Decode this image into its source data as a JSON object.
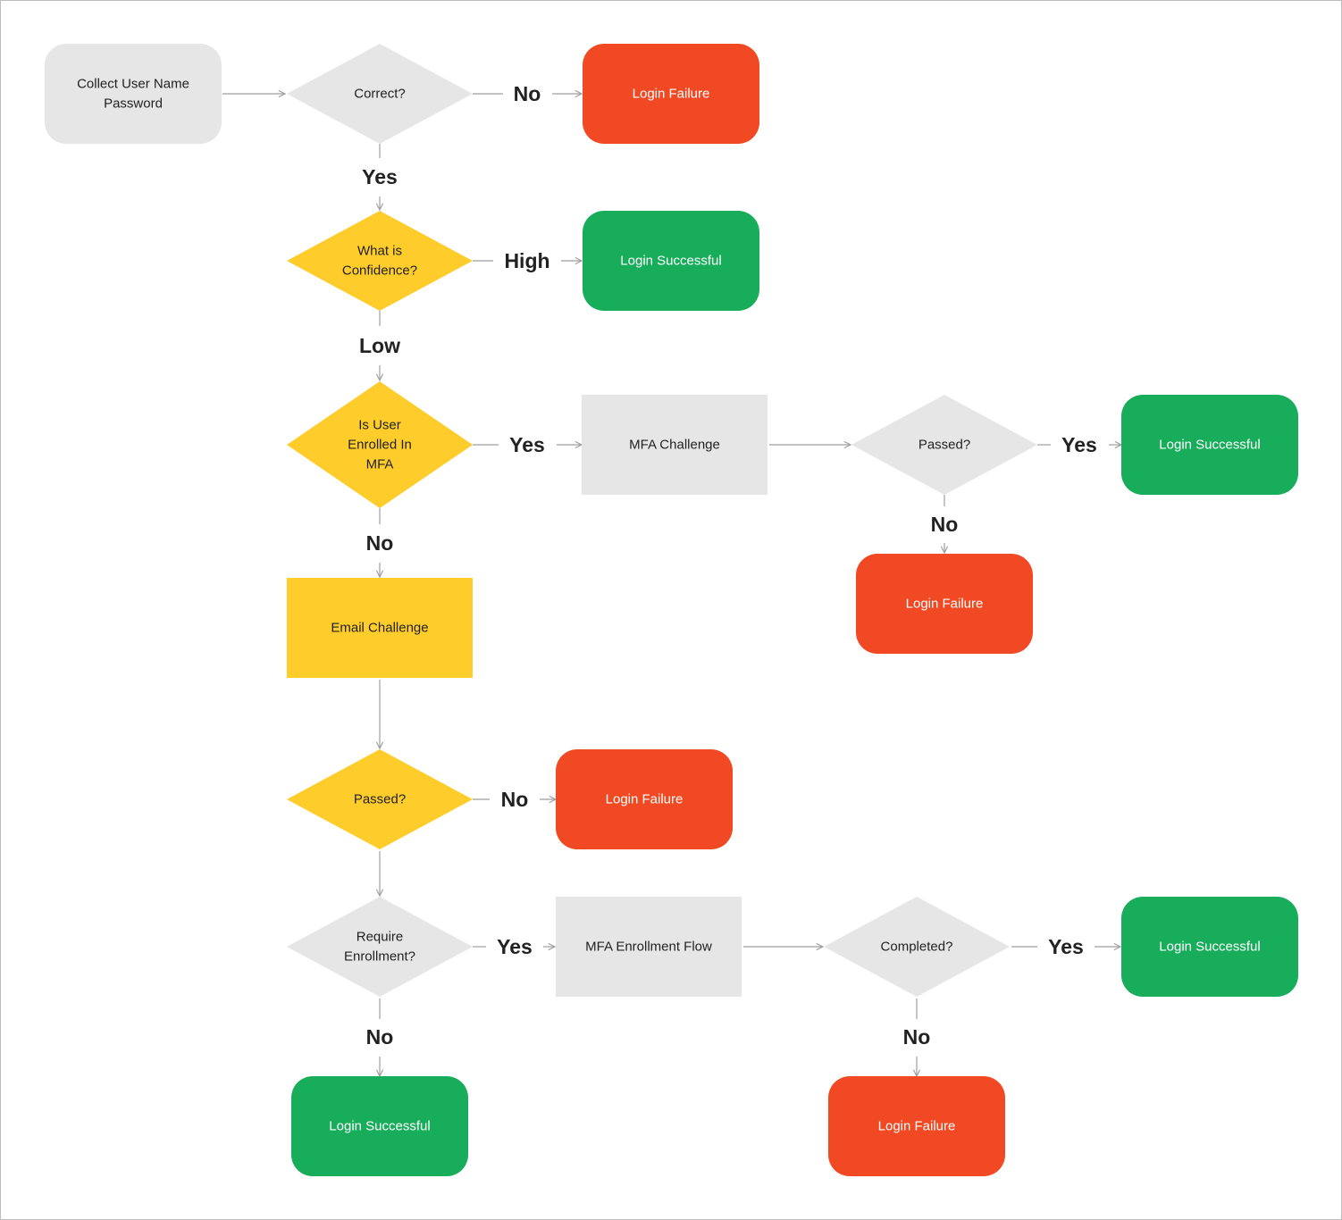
{
  "colors": {
    "grey": "#e6e6e6",
    "yellow": "#fecc2b",
    "red": "#f04923",
    "green": "#17ad5a",
    "line": "#9e9e9e",
    "dark_text": "#222222",
    "light_text": "#ffffff"
  },
  "nodes": [
    {
      "id": "collect",
      "shape": "rounded",
      "color": "grey",
      "lines": [
        "Collect User Name",
        "Password"
      ]
    },
    {
      "id": "correct",
      "shape": "diamond",
      "color": "grey",
      "lines": [
        "Correct?"
      ]
    },
    {
      "id": "fail-1",
      "shape": "rounded",
      "color": "red",
      "lines": [
        "Login Failure"
      ]
    },
    {
      "id": "confidence",
      "shape": "diamond",
      "color": "yellow",
      "lines": [
        "What is",
        "Confidence?"
      ]
    },
    {
      "id": "success-1",
      "shape": "rounded",
      "color": "green",
      "lines": [
        "Login Successful"
      ]
    },
    {
      "id": "enrolled",
      "shape": "diamond",
      "color": "yellow",
      "lines": [
        "Is User",
        "Enrolled In",
        "MFA"
      ]
    },
    {
      "id": "mfa-challenge",
      "shape": "rect",
      "color": "grey",
      "lines": [
        "MFA Challenge"
      ]
    },
    {
      "id": "passed-mfa",
      "shape": "diamond",
      "color": "grey",
      "lines": [
        "Passed?"
      ]
    },
    {
      "id": "success-2",
      "shape": "rounded",
      "color": "green",
      "lines": [
        "Login Successful"
      ]
    },
    {
      "id": "fail-2",
      "shape": "rounded",
      "color": "red",
      "lines": [
        "Login Failure"
      ]
    },
    {
      "id": "email-challenge",
      "shape": "rect",
      "color": "yellow",
      "lines": [
        "Email Challenge"
      ]
    },
    {
      "id": "passed-email",
      "shape": "diamond",
      "color": "yellow",
      "lines": [
        "Passed?"
      ]
    },
    {
      "id": "fail-3",
      "shape": "rounded",
      "color": "red",
      "lines": [
        "Login Failure"
      ]
    },
    {
      "id": "require-enroll",
      "shape": "diamond",
      "color": "grey",
      "lines": [
        "Require",
        "Enrollment?"
      ]
    },
    {
      "id": "mfa-enroll-flow",
      "shape": "rect",
      "color": "grey",
      "lines": [
        "MFA Enrollment Flow"
      ]
    },
    {
      "id": "completed",
      "shape": "diamond",
      "color": "grey",
      "lines": [
        "Completed?"
      ]
    },
    {
      "id": "success-3",
      "shape": "rounded",
      "color": "green",
      "lines": [
        "Login Successful"
      ]
    },
    {
      "id": "success-4",
      "shape": "rounded",
      "color": "green",
      "lines": [
        "Login Successful"
      ]
    },
    {
      "id": "fail-4",
      "shape": "rounded",
      "color": "red",
      "lines": [
        "Login Failure"
      ]
    }
  ],
  "edges": [
    {
      "from": "collect",
      "to": "correct",
      "label": ""
    },
    {
      "from": "correct",
      "to": "fail-1",
      "label": "No"
    },
    {
      "from": "correct",
      "to": "confidence",
      "label": "Yes"
    },
    {
      "from": "confidence",
      "to": "success-1",
      "label": "High"
    },
    {
      "from": "confidence",
      "to": "enrolled",
      "label": "Low"
    },
    {
      "from": "enrolled",
      "to": "mfa-challenge",
      "label": "Yes"
    },
    {
      "from": "mfa-challenge",
      "to": "passed-mfa",
      "label": ""
    },
    {
      "from": "passed-mfa",
      "to": "success-2",
      "label": "Yes"
    },
    {
      "from": "passed-mfa",
      "to": "fail-2",
      "label": "No"
    },
    {
      "from": "enrolled",
      "to": "email-challenge",
      "label": "No"
    },
    {
      "from": "email-challenge",
      "to": "passed-email",
      "label": ""
    },
    {
      "from": "passed-email",
      "to": "fail-3",
      "label": "No"
    },
    {
      "from": "passed-email",
      "to": "require-enroll",
      "label": ""
    },
    {
      "from": "require-enroll",
      "to": "mfa-enroll-flow",
      "label": "Yes"
    },
    {
      "from": "mfa-enroll-flow",
      "to": "completed",
      "label": ""
    },
    {
      "from": "completed",
      "to": "success-3",
      "label": "Yes"
    },
    {
      "from": "require-enroll",
      "to": "success-4",
      "label": "No"
    },
    {
      "from": "completed",
      "to": "fail-4",
      "label": "No"
    }
  ]
}
